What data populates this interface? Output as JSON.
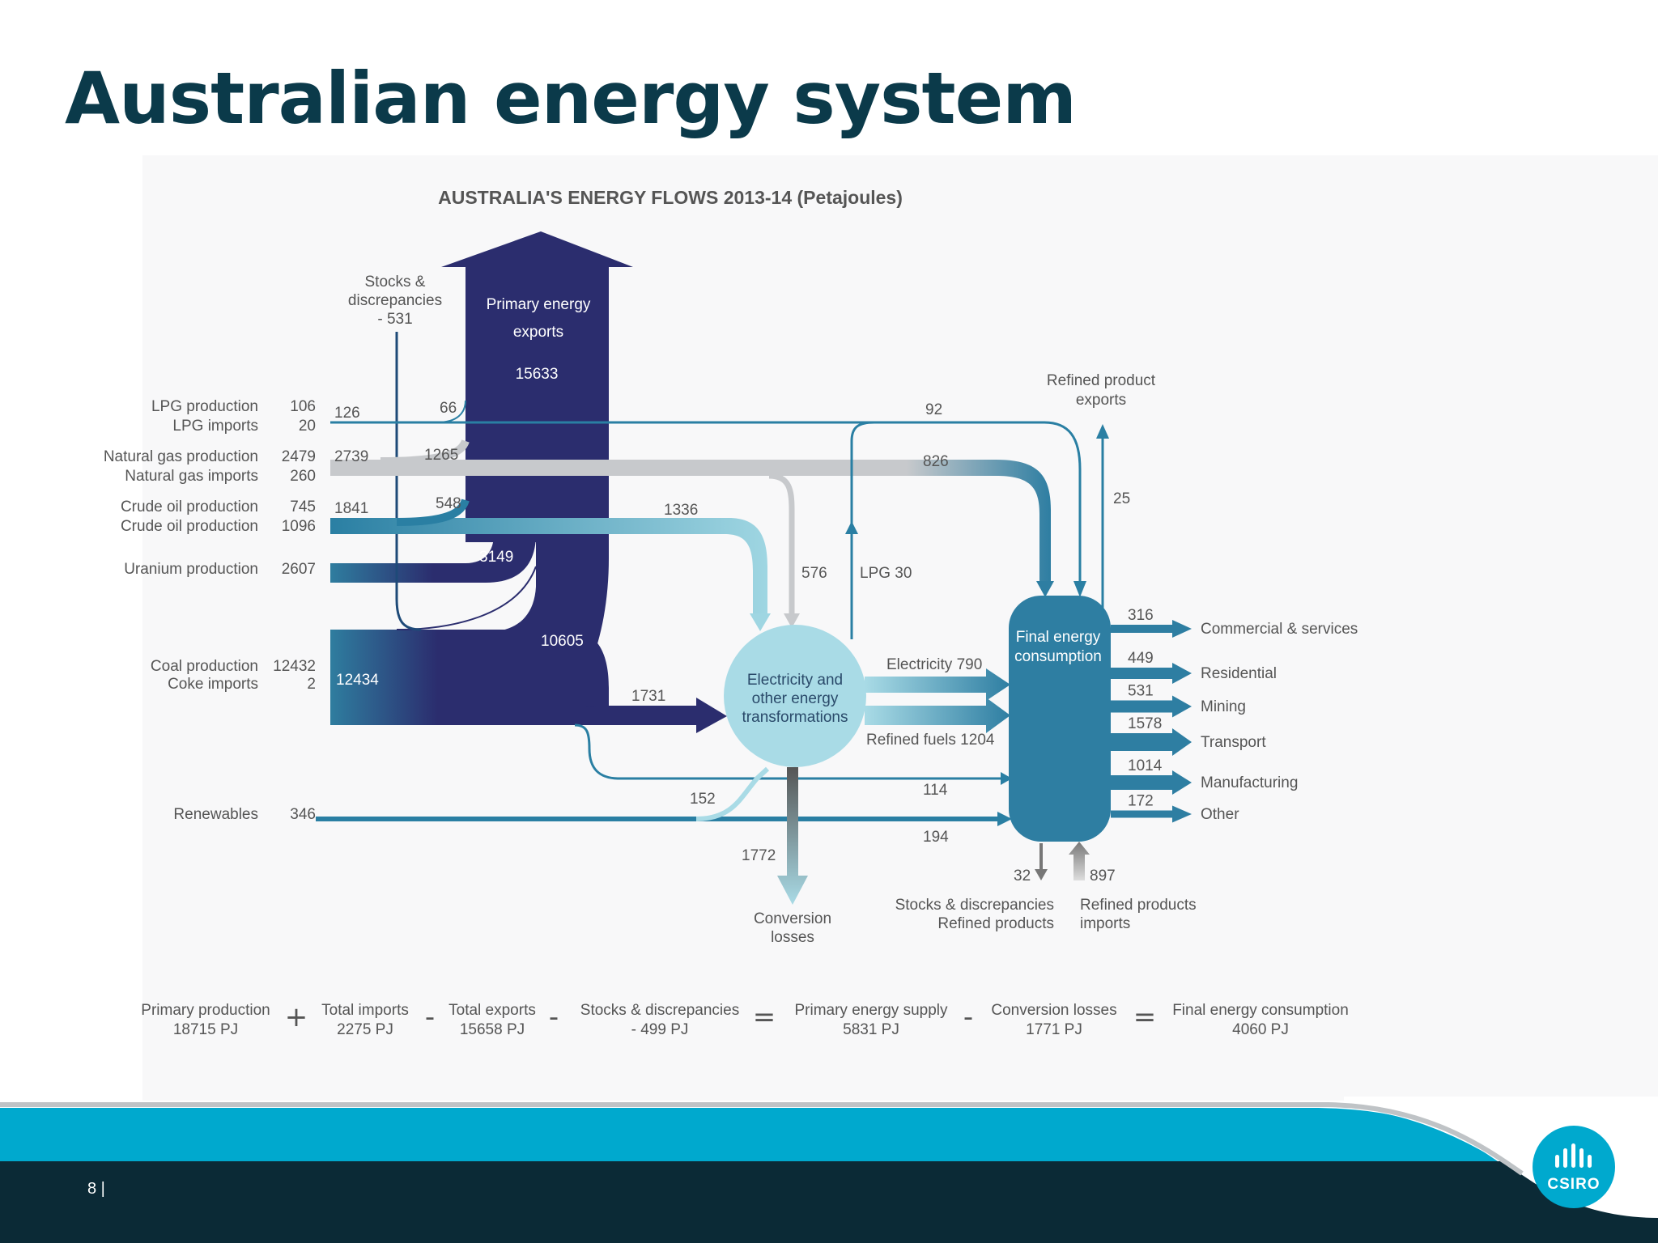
{
  "slide": {
    "title": "Australian energy system",
    "page_number": "8 |",
    "logo_text": "CSIRO"
  },
  "figure": {
    "title": "AUSTRALIA'S ENERGY FLOWS 2013-14 (Petajoules)",
    "primary_exports": {
      "line1": "Primary energy",
      "line2": "exports",
      "value": "15633"
    },
    "stocks_top": {
      "line1": "Stocks &",
      "line2": "discrepancies",
      "line3": "- 531"
    },
    "sources": [
      {
        "label": "LPG production",
        "value": "106"
      },
      {
        "label": "LPG imports",
        "value": "20"
      },
      {
        "label": "Natural gas production",
        "value": "2479"
      },
      {
        "label": "Natural gas imports",
        "value": "260"
      },
      {
        "label": "Crude oil production",
        "value": "745"
      },
      {
        "label": "Crude oil production",
        "value": "1096"
      },
      {
        "label": "Uranium production",
        "value": "2607"
      },
      {
        "label": "Coal production",
        "value": "12432"
      },
      {
        "label": "Coke imports",
        "value": "2"
      },
      {
        "label": "Renewables",
        "value": "346"
      }
    ],
    "flow_values": {
      "lpg_total": "126",
      "lpg_export": "66",
      "lpg_final": "92",
      "gas_total": "2739",
      "gas_export": "1265",
      "gas_final": "826",
      "oil_total": "1841",
      "oil_export": "548",
      "oil_transform": "1336",
      "uranium_export": "3149",
      "coal_export": "10605",
      "coal_total": "12434",
      "coal_transform": "1731",
      "gas_transform": "576",
      "lpg_from_transform": "LPG 30",
      "refined_export": "25",
      "coal_final": "114",
      "renewables_transform": "152",
      "renewables_final": "194",
      "conversion_losses": "1772",
      "stocks_bottom": "32",
      "refined_imports": "897"
    },
    "nodes": {
      "transform": [
        "Electricity and",
        "other energy",
        "transformations"
      ],
      "final": [
        "Final energy",
        "consumption"
      ]
    },
    "transform_outputs": {
      "electricity": "Electricity 790",
      "refined": "Refined fuels 1204"
    },
    "refined_product_exports": [
      "Refined product",
      "exports"
    ],
    "conversion_losses_label": [
      "Conversion",
      "losses"
    ],
    "stocks_bottom_label": [
      "Stocks & discrepancies",
      "Refined products"
    ],
    "refined_imports_label": [
      "Refined products",
      "imports"
    ],
    "sectors": [
      {
        "value": "316",
        "label": "Commercial & services"
      },
      {
        "value": "449",
        "label": "Residential"
      },
      {
        "value": "531",
        "label": "Mining"
      },
      {
        "value": "1578",
        "label": "Transport"
      },
      {
        "value": "1014",
        "label": "Manufacturing"
      },
      {
        "value": "172",
        "label": "Other"
      }
    ],
    "equation": [
      {
        "label": "Primary production",
        "value": "18715 PJ"
      },
      {
        "op": "+"
      },
      {
        "label": "Total imports",
        "value": "2275 PJ"
      },
      {
        "op": "-"
      },
      {
        "label": "Total exports",
        "value": "15658 PJ"
      },
      {
        "op": "-"
      },
      {
        "label": "Stocks & discrepancies",
        "value": "- 499 PJ"
      },
      {
        "op": "="
      },
      {
        "label": "Primary energy supply",
        "value": "5831 PJ"
      },
      {
        "op": "-"
      },
      {
        "label": "Conversion losses",
        "value": "1771 PJ"
      },
      {
        "op": "="
      },
      {
        "label": "Final energy consumption",
        "value": "4060 PJ"
      }
    ]
  },
  "colors": {
    "title": "#0b3a4a",
    "coal": "#2b2d6e",
    "gas": "#c7c9cc",
    "oil_lpg": "#2a7fa3",
    "transform": "#a9dbe6",
    "final": "#2e7ea2",
    "footer_dark": "#0b2a36",
    "footer_blue": "#00a9ce"
  }
}
